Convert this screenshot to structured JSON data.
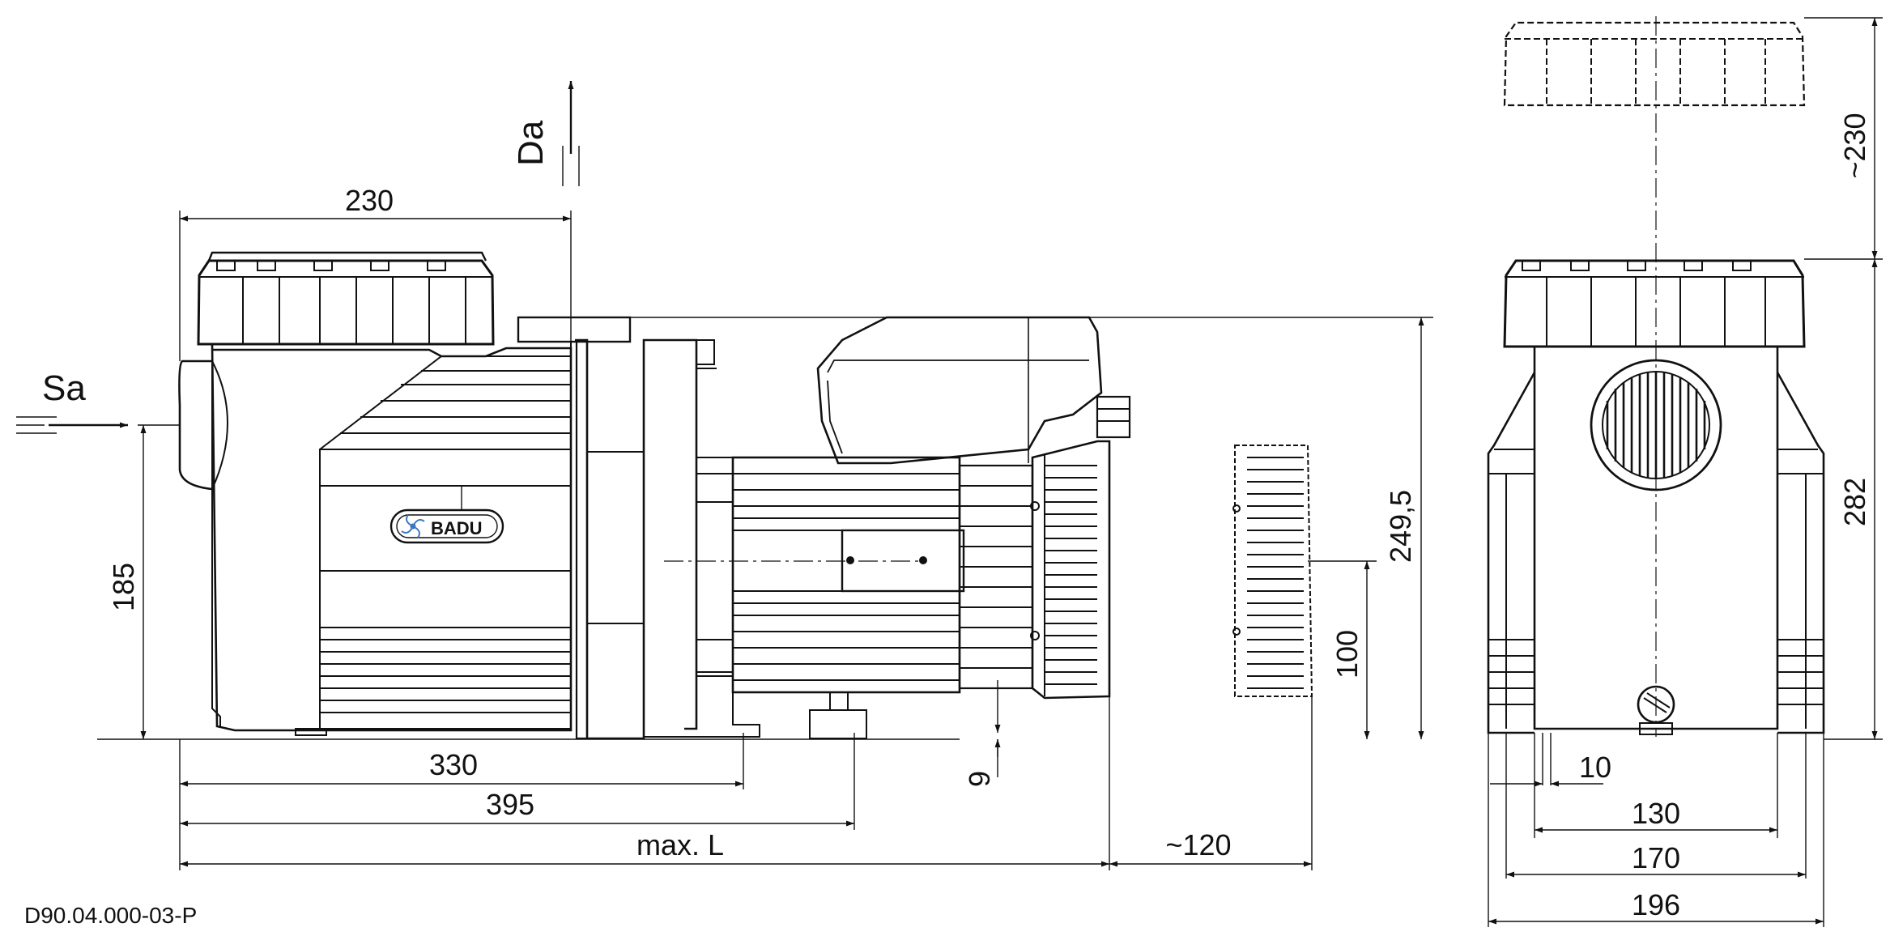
{
  "drawing": {
    "code": "D90.04.000-03-P",
    "logo_text": "BADU"
  },
  "labels": {
    "suction": "Sa",
    "discharge": "Da"
  },
  "dimensions": {
    "d230_top": "230",
    "d185": "185",
    "d249": "249,5",
    "d100": "100",
    "d9": "9",
    "d330": "330",
    "d395": "395",
    "dmaxL": "max. L",
    "d120": "~120",
    "d230_right": "~230",
    "d282": "282",
    "d10": "10",
    "d130": "130",
    "d170": "170",
    "d196": "196"
  }
}
